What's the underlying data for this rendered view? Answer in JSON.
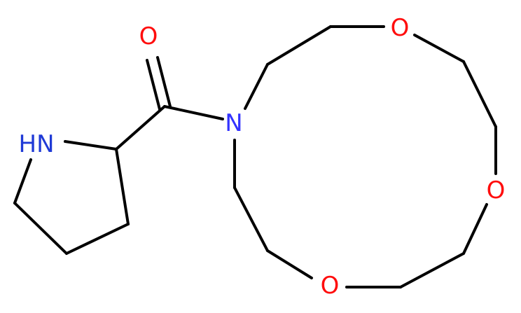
{
  "colors": {
    "carbon_bond": "#000000",
    "nitrogen": "#3333ff",
    "oxygen": "#ff0d0d",
    "nitrogen_nh": "#1f3ad6"
  },
  "atoms": {
    "carbonyl_oxygen": "O",
    "amide_nitrogen": "N",
    "ring_oxygen_top": "O",
    "ring_oxygen_right": "O",
    "ring_oxygen_bottom": "O",
    "pyrrolidine_nh": "HN"
  }
}
